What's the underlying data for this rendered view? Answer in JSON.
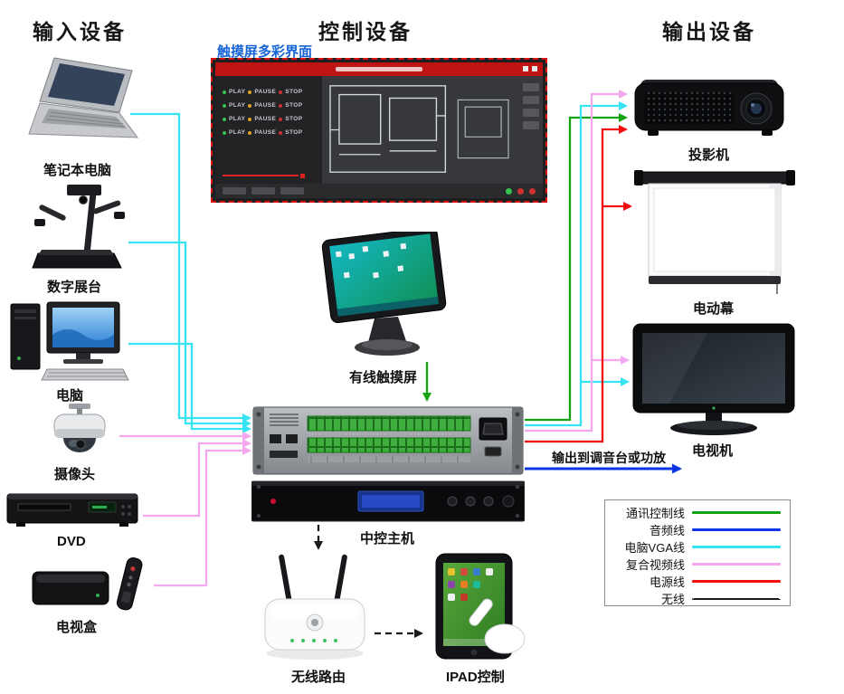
{
  "headers": {
    "input": "输入设备",
    "control": "控制设备",
    "output": "输出设备"
  },
  "input_devices": [
    {
      "id": "laptop",
      "label": "笔记本电脑"
    },
    {
      "id": "doc-camera",
      "label": "数字展台"
    },
    {
      "id": "desktop-pc",
      "label": "电脑"
    },
    {
      "id": "camera",
      "label": "摄像头"
    },
    {
      "id": "dvd",
      "label": "DVD"
    },
    {
      "id": "tv-box",
      "label": "电视盒"
    }
  ],
  "control": {
    "touch_ui_caption": "触摸屏多彩界面",
    "touch_ui": {
      "play": "PLAY",
      "pause": "PAUSE",
      "stop": "STOP"
    },
    "touch_screen_label": "有线触摸屏",
    "host_label": "中控主机",
    "router_label": "无线路由",
    "ipad_label": "IPAD控制"
  },
  "output_devices": [
    {
      "id": "projector",
      "label": "投影机"
    },
    {
      "id": "motor-screen",
      "label": "电动幕"
    },
    {
      "id": "tv",
      "label": "电视机"
    }
  ],
  "annotations": {
    "mixer_output": "输出到调音台或功放"
  },
  "legend": {
    "items": [
      {
        "label": "通讯控制线",
        "color": "#12a212",
        "style": "solid"
      },
      {
        "label": "音频线",
        "color": "#0a36e8",
        "style": "solid"
      },
      {
        "label": "电脑VGA线",
        "color": "#35e3f2",
        "style": "solid"
      },
      {
        "label": "复合视频线",
        "color": "#f3a8f0",
        "style": "solid"
      },
      {
        "label": "电源线",
        "color": "#f20d0d",
        "style": "solid"
      },
      {
        "label": "无线",
        "color": "#1a1a1a",
        "style": "dashed"
      }
    ]
  },
  "colors": {
    "comm_line": "#12a212",
    "audio_line": "#0a36e8",
    "vga_line": "#35e3f2",
    "video_line": "#f3a8f0",
    "power_line": "#f20d0d",
    "wireless_line": "#1a1a1a",
    "caption_blue": "#1565d8",
    "dashed_box_red": "#e01111"
  }
}
